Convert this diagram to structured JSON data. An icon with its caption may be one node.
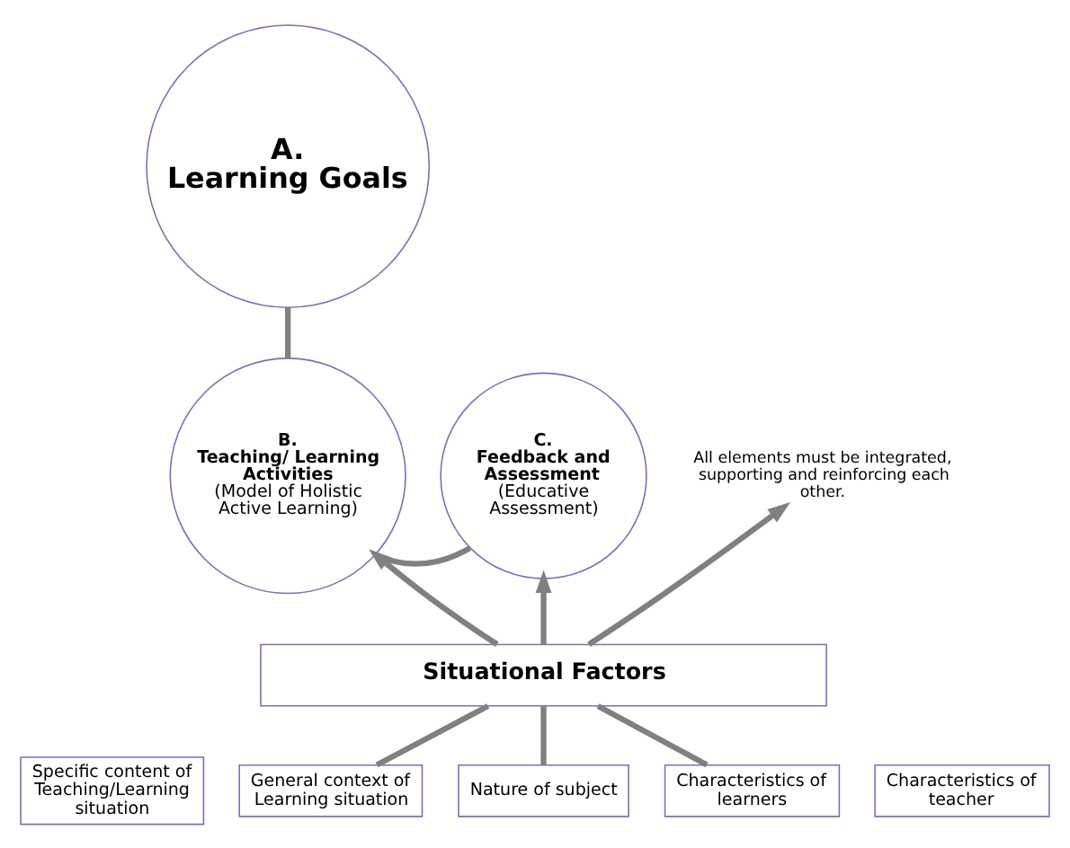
{
  "diagram": {
    "nodes": [
      {
        "text": [
          "A.",
          "Learning Goals"
        ]
      },
      {
        "text": [
          "B.",
          "Teaching/ Learning Activities",
          "(Model of Holistic Active Learning)"
        ]
      },
      {
        "text": [
          "C.",
          "Feedback and Assessment",
          "(Educative Assessment)"
        ]
      },
      {
        "text": [
          "All elements must be integrated, supporting and reinforcing each other."
        ]
      },
      {
        "text": [
          "Situational Factors"
        ]
      },
      {
        "text": [
          "Specific content of Teaching/Learning situation"
        ]
      },
      {
        "text": [
          "General context of Learning situation"
        ]
      },
      {
        "text": [
          "Nature of subject"
        ]
      },
      {
        "text": [
          "Characteristics of learners"
        ]
      },
      {
        "text": [
          "Characteristics of teacher"
        ]
      }
    ],
    "edges": [
      {
        "from": 1,
        "to": 0,
        "arrow": "none"
      },
      {
        "from": 1,
        "to": 2,
        "arrow": "none"
      },
      {
        "from": 4,
        "to": 1,
        "arrow": "to"
      },
      {
        "from": 4,
        "to": 3,
        "arrow": "to"
      },
      {
        "from": 4,
        "to": 2,
        "arrow": "to"
      },
      {
        "from": 6,
        "to": 4,
        "arrow": "none"
      },
      {
        "from": 7,
        "to": 4,
        "arrow": "none"
      },
      {
        "from": 8,
        "to": 4,
        "arrow": "none"
      }
    ]
  }
}
